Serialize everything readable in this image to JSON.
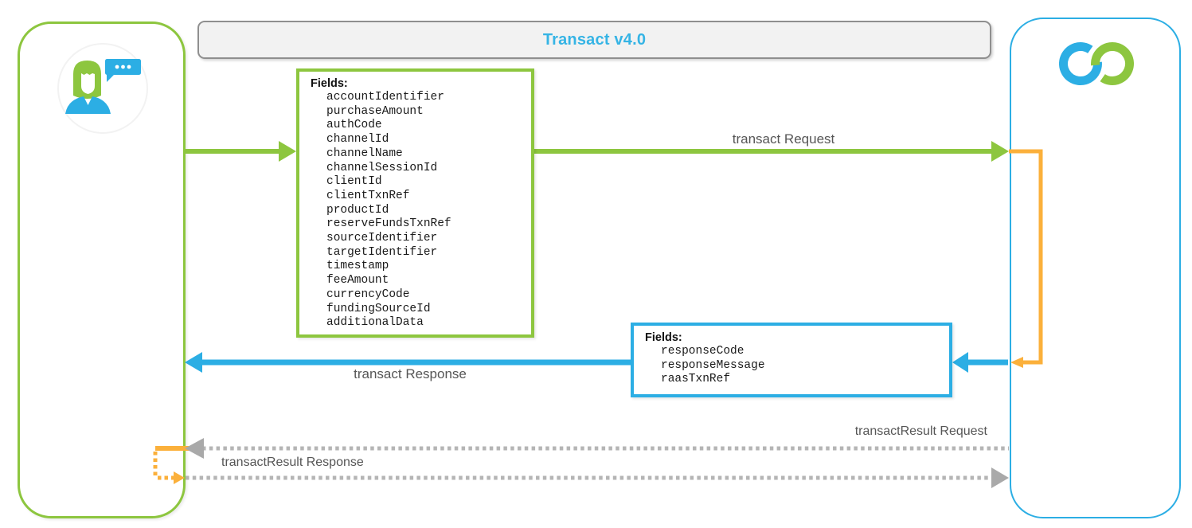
{
  "title": {
    "text": "Transact v4.0"
  },
  "actor": {
    "description": "client user avatar with speech bubble"
  },
  "service": {
    "description": "service logo of two interlocked rings"
  },
  "request_box": {
    "label": "Fields:",
    "fields": [
      "accountIdentifier",
      "purchaseAmount",
      "authCode",
      "channelId",
      "channelName",
      "channelSessionId",
      "clientId",
      "clientTxnRef",
      "productId",
      "reserveFundsTxnRef",
      "sourceIdentifier",
      "targetIdentifier",
      "timestamp",
      "feeAmount",
      "currencyCode",
      "fundingSourceId",
      "additionalData"
    ]
  },
  "response_box": {
    "label": "Fields:",
    "fields": [
      "responseCode",
      "responseMessage",
      "raasTxnRef"
    ]
  },
  "arrows": {
    "transact_request": "transact Request",
    "transact_response": "transact Response",
    "transact_result_request": "transactResult Request",
    "transact_result_response": "transactResult Response"
  },
  "colors": {
    "green": "#8dc63f",
    "cyan": "#2caee4",
    "orange": "#fbb03b",
    "gray_dotted": "#b5b5b5",
    "gray_arrowhead": "#a9a9a9",
    "label_text": "#565656",
    "title_text": "#35b4e5"
  }
}
